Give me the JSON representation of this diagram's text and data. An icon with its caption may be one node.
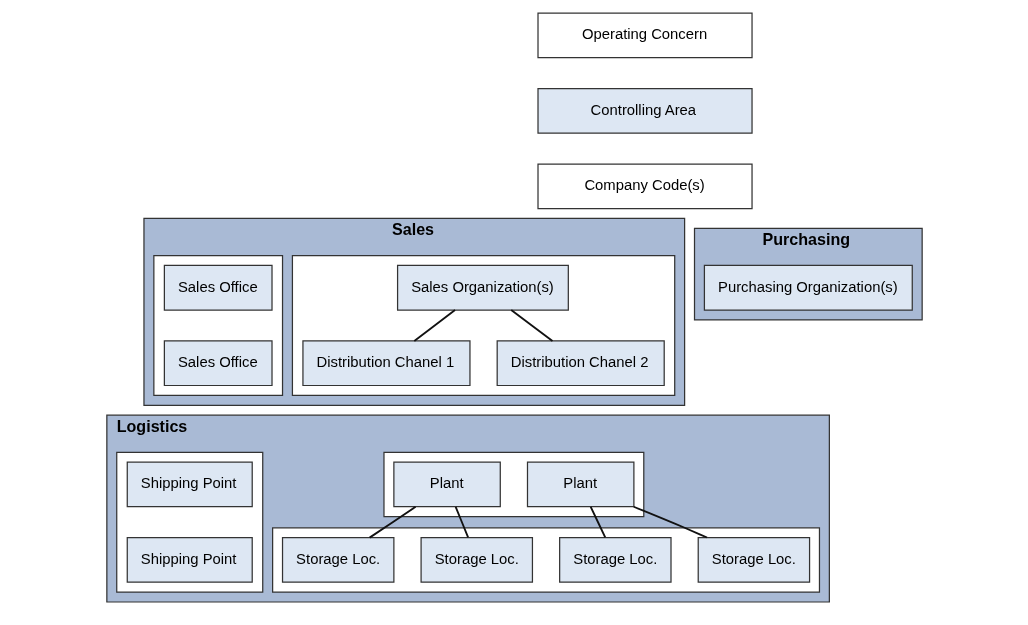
{
  "diagram": {
    "nodes": [
      {
        "text": [
          "Operating Concern"
        ]
      },
      {
        "text": [
          "Controlling Area"
        ]
      },
      {
        "text": [
          "Company Code(s)"
        ]
      },
      {
        "text": [
          "Sales"
        ]
      },
      {
        "text": [],
        "shape": "box",
        "in": 3
      },
      {
        "text": [
          "Sales Organization(s)"
        ],
        "in": 4
      },
      {
        "text": [
          "Distribution Chanel 1"
        ],
        "in": 4
      },
      {
        "text": [
          "Distribution Chanel 2"
        ],
        "in": 4
      },
      {
        "text": [],
        "shape": "box",
        "in": 3
      },
      {
        "text": [
          "Sales Office"
        ],
        "in": 8
      },
      {
        "text": [
          "Sales Office"
        ],
        "in": 8
      },
      {
        "text": [
          "Purchasing"
        ]
      },
      {
        "text": [
          "Purchasing Organization(s)"
        ],
        "in": 11
      },
      {
        "text": [
          "Logistics"
        ]
      },
      {
        "text": [],
        "shape": "box",
        "in": 13
      },
      {
        "text": [
          "Plant"
        ],
        "in": 14
      },
      {
        "text": [
          "Plant"
        ],
        "in": 14
      },
      {
        "text": [],
        "shape": "box",
        "in": 13
      },
      {
        "text": [
          "Storage Loc."
        ],
        "in": 17
      },
      {
        "text": [
          "Storage Loc."
        ],
        "in": 17
      },
      {
        "text": [
          "Storage Loc."
        ],
        "in": 17
      },
      {
        "text": [
          "Storage Loc."
        ],
        "in": 17
      },
      {
        "text": [],
        "shape": "box",
        "in": 13
      },
      {
        "text": [
          "Shipping Point"
        ],
        "in": 22
      },
      {
        "text": [
          "Shipping Point"
        ],
        "in": 22
      }
    ],
    "edges": [
      {
        "from": 5,
        "to": 6,
        "arrow": "none"
      },
      {
        "from": 5,
        "to": 7,
        "arrow": "none"
      },
      {
        "from": 15,
        "to": 18,
        "arrow": "none"
      },
      {
        "from": 15,
        "to": 19,
        "arrow": "none"
      },
      {
        "from": 16,
        "to": 20,
        "arrow": "none"
      },
      {
        "from": 16,
        "to": 21,
        "arrow": "none"
      }
    ]
  }
}
